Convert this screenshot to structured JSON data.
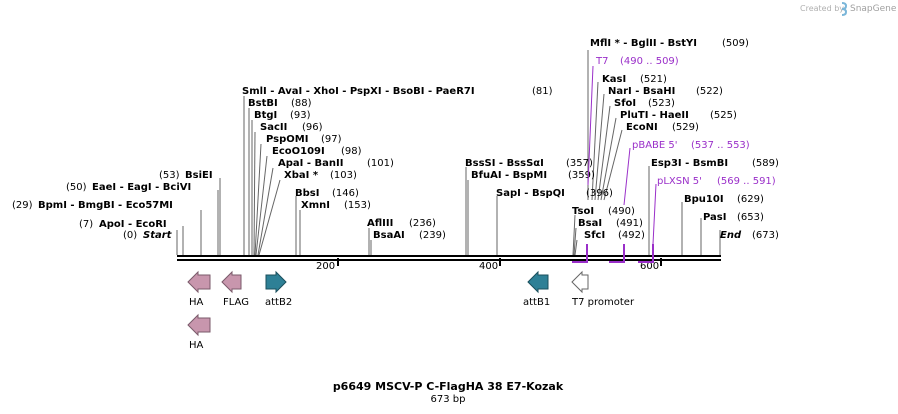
{
  "credit": {
    "created_by": "Created by",
    "brand": "SnapGene"
  },
  "map": {
    "title": "p6649 MSCV-P C-FlagHA 38 E7-Kozak",
    "length_label": "673 bp",
    "length_bp": 673,
    "ticks": [
      {
        "bp": 200,
        "label": "200"
      },
      {
        "bp": 400,
        "label": "400"
      },
      {
        "bp": 600,
        "label": "600"
      }
    ]
  },
  "enzymes": [
    {
      "names": "ApoI  - EcoRI",
      "pos": "(7)",
      "bp": 7
    },
    {
      "names": "BpmI  - BmgBI  - Eco57MI",
      "pos": "(29)",
      "bp": 29
    },
    {
      "names": "EaeI  - EagI  - BciVI",
      "pos": "(50)",
      "bp": 50
    },
    {
      "names": "BsiEI",
      "pos": "(53)",
      "bp": 53
    },
    {
      "names": "SmlI  - AvaI  - XhoI  - PspXI  - BsoBI  - PaeR7I",
      "pos": "(81)",
      "bp": 81
    },
    {
      "names": "BstBI",
      "pos": "(88)",
      "bp": 88
    },
    {
      "names": "BtgI",
      "pos": "(93)",
      "bp": 93
    },
    {
      "names": "SacII",
      "pos": "(96)",
      "bp": 96
    },
    {
      "names": "PspOMI",
      "pos": "(97)",
      "bp": 97
    },
    {
      "names": "EcoO109I",
      "pos": "(98)",
      "bp": 98
    },
    {
      "names": "ApaI  - BanII",
      "pos": "(101)",
      "bp": 101
    },
    {
      "names": "XbaI *",
      "pos": "(103)",
      "bp": 103
    },
    {
      "names": "BbsI",
      "pos": "(146)",
      "bp": 146
    },
    {
      "names": "XmnI",
      "pos": "(153)",
      "bp": 153
    },
    {
      "names": "AflIII",
      "pos": "(236)",
      "bp": 236
    },
    {
      "names": "BsaAI",
      "pos": "(239)",
      "bp": 239
    },
    {
      "names": "BssSI  - BssSαI",
      "pos": "(357)",
      "bp": 357
    },
    {
      "names": "BfuAI  - BspMI",
      "pos": "(359)",
      "bp": 359
    },
    {
      "names": "SapI  - BspQI",
      "pos": "(396)",
      "bp": 396
    },
    {
      "names": "MflI *  - BglII  - BstYI",
      "pos": "(509)",
      "bp": 509
    },
    {
      "names": "KasI",
      "pos": "(521)",
      "bp": 521
    },
    {
      "names": "NarI  - BsaHI",
      "pos": "(522)",
      "bp": 522
    },
    {
      "names": "SfoI",
      "pos": "(523)",
      "bp": 523
    },
    {
      "names": "PluTI  - HaeII",
      "pos": "(525)",
      "bp": 525
    },
    {
      "names": "EcoNI",
      "pos": "(529)",
      "bp": 529
    },
    {
      "names": "TsoI",
      "pos": "(490)",
      "bp": 490
    },
    {
      "names": "BsaI",
      "pos": "(491)",
      "bp": 491
    },
    {
      "names": "SfcI",
      "pos": "(492)",
      "bp": 492
    },
    {
      "names": "Esp3I  - BsmBI",
      "pos": "(589)",
      "bp": 589
    },
    {
      "names": "Bpu10I",
      "pos": "(629)",
      "bp": 629
    },
    {
      "names": "PasI",
      "pos": "(653)",
      "bp": 653
    }
  ],
  "ends": [
    {
      "name": "Start",
      "pos": "(0)",
      "bp": 0
    },
    {
      "name": "End",
      "pos": "(673)",
      "bp": 673
    }
  ],
  "primers": [
    {
      "name": "T7",
      "range": "(490 .. 509)",
      "bp_start": 490,
      "bp_end": 509
    },
    {
      "name": "pBABE 5'",
      "range": "(537 .. 553)",
      "bp_start": 537,
      "bp_end": 553
    },
    {
      "name": "pLXSN 5'",
      "range": "(569 .. 591)",
      "bp_start": 569,
      "bp_end": 591
    }
  ],
  "features": [
    {
      "name": "HA",
      "color": "#c896ad",
      "direction": "reverse"
    },
    {
      "name": "FLAG",
      "color": "#c896ad",
      "direction": "reverse"
    },
    {
      "name": "attB2",
      "color": "#2e8096",
      "direction": "forward"
    },
    {
      "name": "attB1",
      "color": "#2e8096",
      "direction": "reverse"
    },
    {
      "name": "T7 promoter",
      "color": "#ffffff",
      "direction": "reverse"
    },
    {
      "name": "HA",
      "color": "#c896ad",
      "direction": "reverse"
    }
  ],
  "colors": {
    "primer": "#9a2fc9",
    "backbone": "#000000"
  }
}
